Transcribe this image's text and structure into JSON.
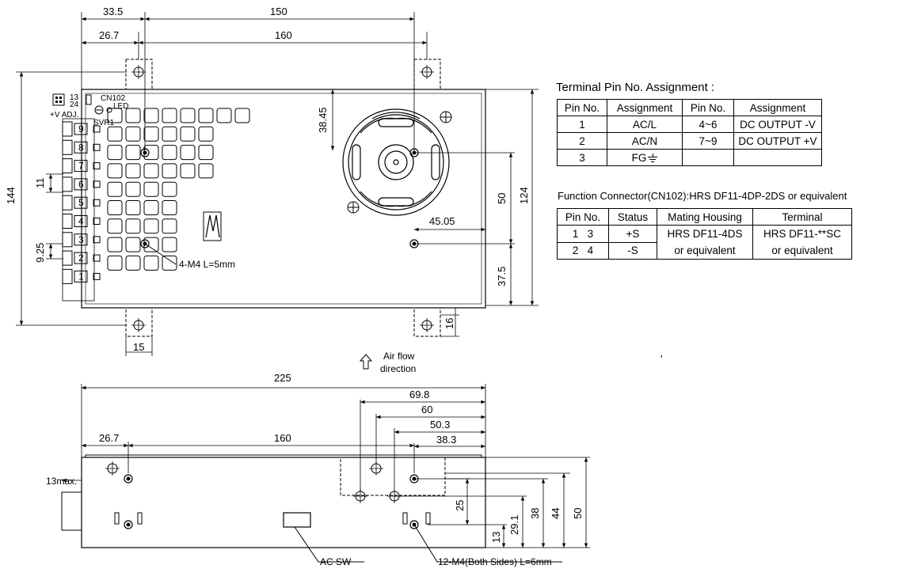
{
  "top_view": {
    "dims": {
      "top_33_5": "33.5",
      "top_150": "150",
      "top_26_7": "26.7",
      "top_160": "160",
      "left_144": "144",
      "left_11": "11",
      "left_9_25": "9.25",
      "right_38_45": "38.45",
      "right_50": "50",
      "right_124": "124",
      "right_45_05": "45.05",
      "right_37_5": "37.5",
      "bottom_15": "15",
      "bottom_16": "16"
    },
    "labels": {
      "cn_13": "13",
      "cn_24": "24",
      "cn102": "CN102",
      "led": "LED",
      "v_adj": "+V ADJ.",
      "svr1": "SVR1",
      "screw_note": "4-M4 L=5mm",
      "airflow_line1": "Air flow",
      "airflow_line2": "direction"
    },
    "terminal_numbers": [
      "9",
      "8",
      "7",
      "6",
      "5",
      "4",
      "3",
      "2",
      "1"
    ]
  },
  "side_view": {
    "dims": {
      "d225": "225",
      "d69_8": "69.8",
      "d60": "60",
      "d50_3": "50.3",
      "d38_3": "38.3",
      "d26_7": "26.7",
      "d160": "160",
      "d13max": "13max.",
      "v25": "25",
      "v29_1": "29.1",
      "v38": "38",
      "v44": "44",
      "v50": "50",
      "v13": "13"
    },
    "labels": {
      "ac_sw": "AC SW",
      "screw_note": "12-M4(Both Sides) L=6mm"
    }
  },
  "terminal_table": {
    "title": "Terminal Pin No. Assignment :",
    "headers": [
      "Pin No.",
      "Assignment",
      "Pin No.",
      "Assignment"
    ],
    "rows": [
      [
        "1",
        "AC/L",
        "4~6",
        "DC OUTPUT -V"
      ],
      [
        "2",
        "AC/N",
        "7~9",
        "DC OUTPUT +V"
      ],
      [
        "3",
        "FG",
        "",
        ""
      ]
    ],
    "fg_symbol": "ground-icon"
  },
  "function_table": {
    "title": "Function Connector(CN102):HRS DF11-4DP-2DS or equivalent",
    "headers": [
      "Pin No.",
      "Status",
      "Mating Housing",
      "Terminal"
    ],
    "rows": [
      [
        "1   3",
        "+S"
      ],
      [
        "2   4",
        "-S"
      ]
    ],
    "housing": [
      "HRS DF11-4DS",
      "or equivalent"
    ],
    "terminal": [
      "HRS DF11-**SC",
      "or equivalent"
    ]
  },
  "stray_mark": "'"
}
